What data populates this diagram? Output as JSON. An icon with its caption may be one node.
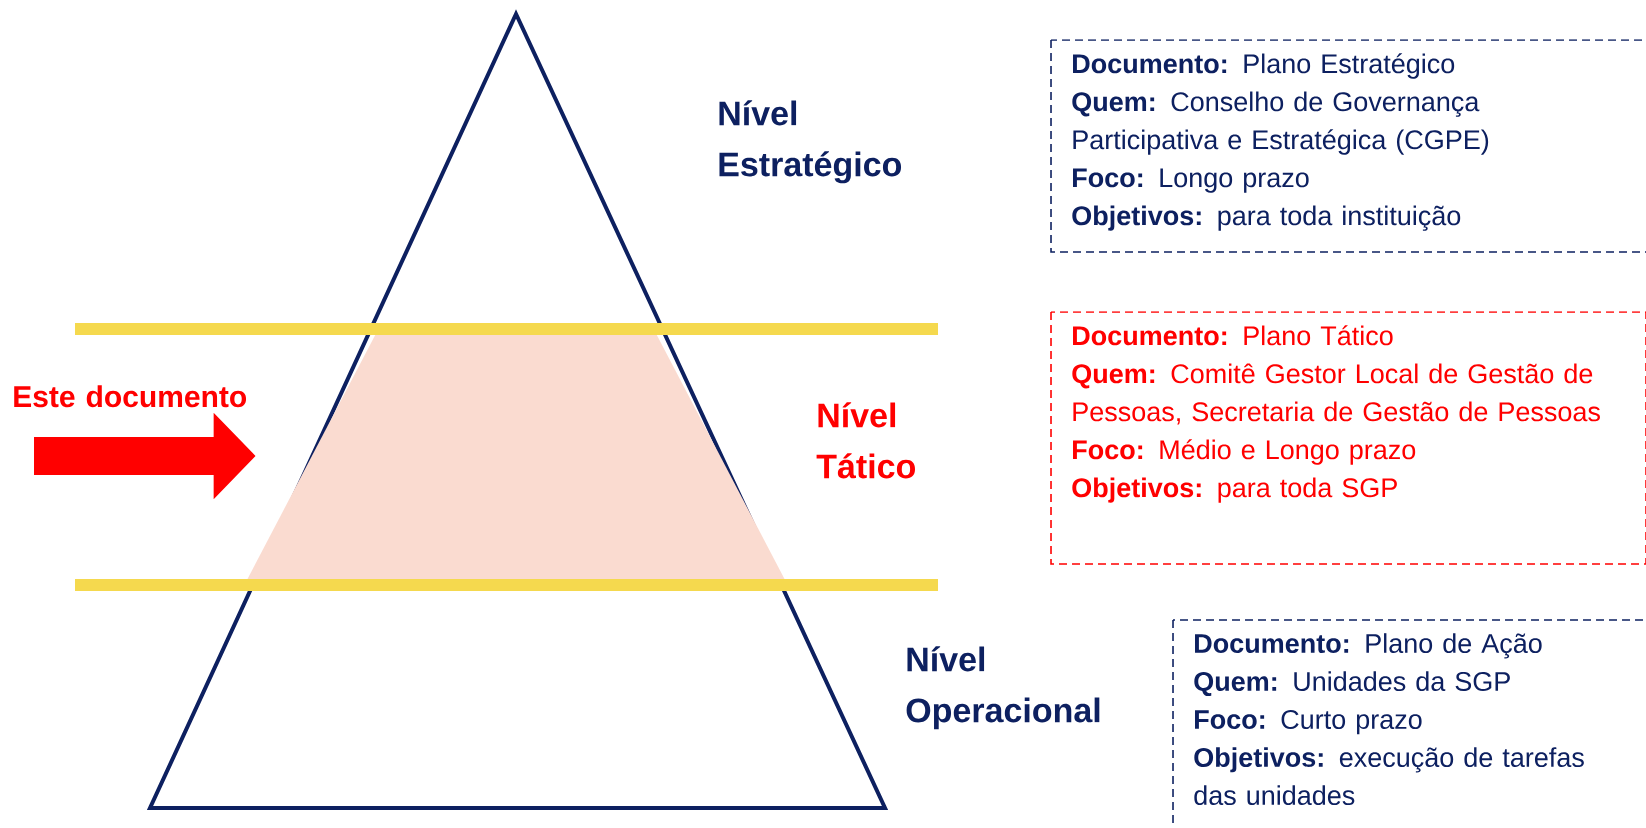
{
  "diagram": {
    "nodes": [
      {
        "text": [
          "**Documento:** Plano Estratégico",
          "**Quem:** Conselho de Governança Participativa e Estratégica (CGPE)",
          "**Foco:** Longo prazo",
          "**Objetivos:** para toda instituição"
        ]
      },
      {
        "text": [
          "**Documento:** Plano Tático",
          "**Quem:** Comitê Gestor Local de Gestão de Pessoas, Secretaria de Gestão de Pessoas",
          "**Foco:** Médio e Longo prazo",
          "**Objetivos:** para toda SGP"
        ]
      },
      {
        "text": [
          "**Documento:** Plano de Ação",
          "**Quem:** Unidades da SGP",
          "**Foco:** Curto prazo",
          "**Objetivos:** execução de tarefas das unidades"
        ]
      },
      {
        "text": [],
        "shape": "trapezoid"
      }
    ],
    "edges": [
      {
        "from": null,
        "to": 3,
        "arrow": "to"
      }
    ],
    "labels": [
      "Nível Estratégico",
      "Este documento",
      "Nível Tático",
      "Nível Operacional"
    ]
  }
}
